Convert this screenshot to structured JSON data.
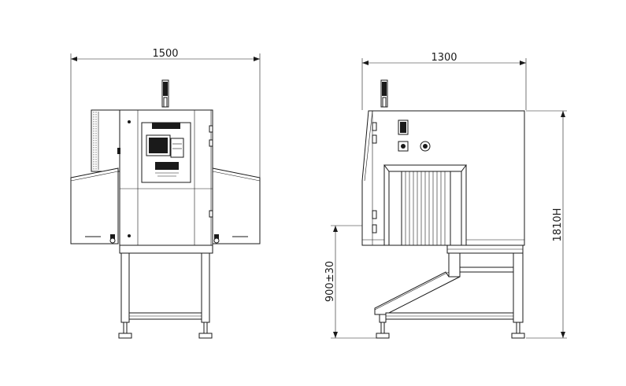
{
  "dimensions": {
    "front_width": "1500",
    "side_width": "1300",
    "total_height": "1810H",
    "working_height": "900±30"
  },
  "colors": {
    "line": "#1a1a1a",
    "background": "#ffffff"
  }
}
